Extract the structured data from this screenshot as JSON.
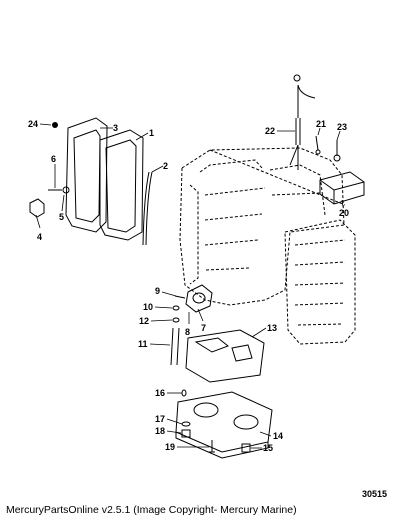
{
  "callouts": [
    "1",
    "2",
    "3",
    "4",
    "5",
    "6",
    "7",
    "8",
    "9",
    "10",
    "11",
    "12",
    "13",
    "14",
    "15",
    "16",
    "17",
    "18",
    "19",
    "20",
    "21",
    "22",
    "23",
    "24"
  ],
  "figure_number": "30515",
  "footer": "MercuryPartsOnline v2.5.1 (Image Copyright- Mercury Marine)",
  "colors": {
    "line": "#000000",
    "background": "#ffffff"
  }
}
